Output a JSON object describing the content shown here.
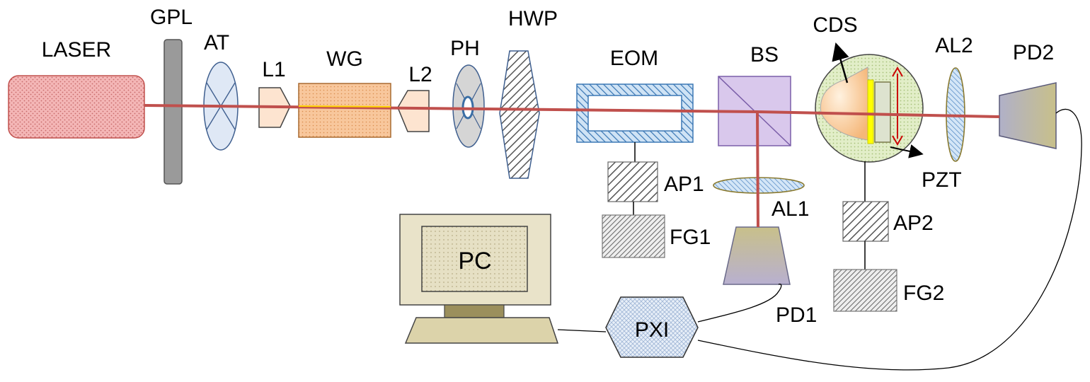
{
  "labels": {
    "laser": "LASER",
    "gpl": "GPL",
    "at": "AT",
    "l1": "L1",
    "wg": "WG",
    "l2": "L2",
    "ph": "PH",
    "hwp": "HWP",
    "eom": "EOM",
    "bs": "BS",
    "cds": "CDS",
    "al2": "AL2",
    "pd2": "PD2",
    "ap1": "AP1",
    "fg1": "FG1",
    "al1": "AL1",
    "pd1": "PD1",
    "pzt": "PZT",
    "ap2": "AP2",
    "fg2": "FG2",
    "pc": "PC",
    "pxi": "PXI"
  },
  "colors": {
    "beam": "#c0504d",
    "laser_fill": "#f4b6b6",
    "wg_fill": "#f8c8a0",
    "eom_stripe": "#5b9bd5",
    "bs_fill": "#d9c8ec",
    "cds_circle": "#d8e8b8",
    "pzt_yellow": "#ffff00",
    "pzt_arrow": "#cc0000"
  }
}
